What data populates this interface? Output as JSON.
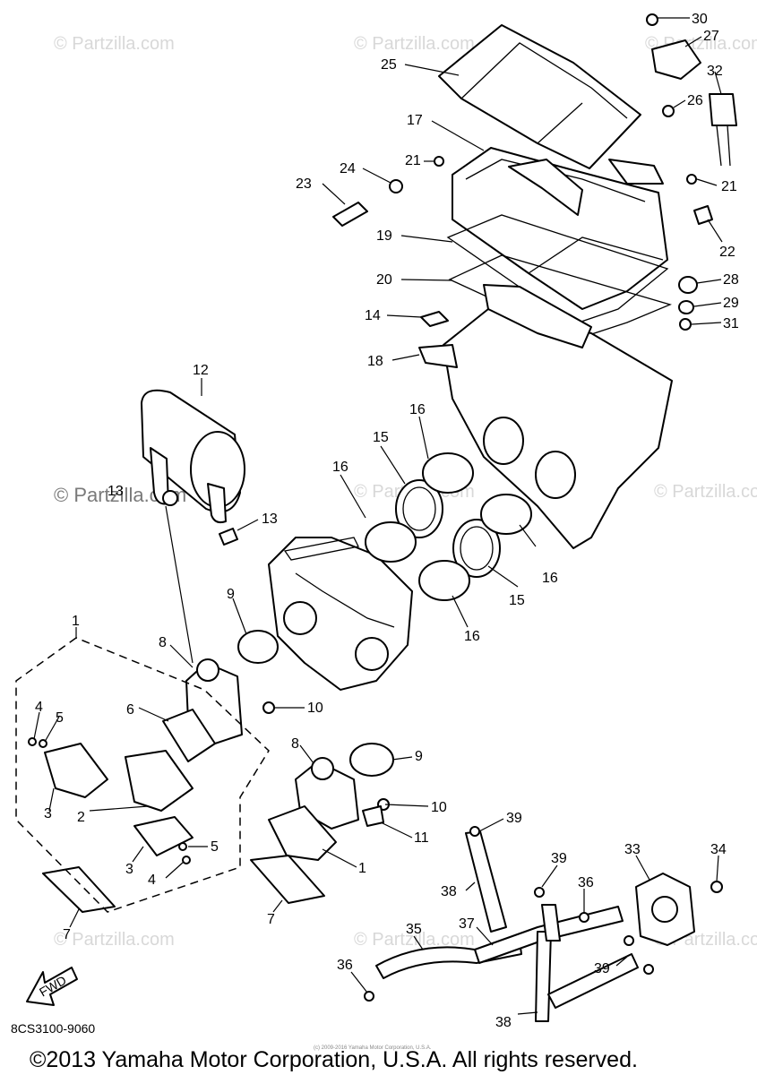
{
  "watermarks": [
    "© Partzilla.com",
    "© Partzilla.com",
    "© Partzilla.com",
    "© Partzilla.com",
    "© Partzilla.com",
    "© Partzilla.com",
    "© Partzilla.com",
    "© Partzilla.com"
  ],
  "watermark_main": "© Partzilla.com",
  "callouts": [
    "30",
    "27",
    "32",
    "25",
    "26",
    "17",
    "21",
    "21",
    "24",
    "23",
    "22",
    "19",
    "28",
    "20",
    "29",
    "14",
    "31",
    "18",
    "12",
    "16",
    "15",
    "16",
    "13",
    "13",
    "16",
    "15",
    "16",
    "9",
    "8",
    "10",
    "1",
    "6",
    "4",
    "5",
    "9",
    "8",
    "10",
    "3",
    "2",
    "11",
    "5",
    "3",
    "4",
    "1",
    "39",
    "33",
    "34",
    "39",
    "36",
    "38",
    "7",
    "7",
    "35",
    "37",
    "36",
    "39",
    "38"
  ],
  "fwd_label": "FWD",
  "diagram_code": "8CS3100-9060",
  "fine_print": "(c) 2009-2016 Yamaha Motor Corporation, U.S.A.",
  "copyright": "©2013 Yamaha Motor Corporation, U.S.A. All rights reserved."
}
